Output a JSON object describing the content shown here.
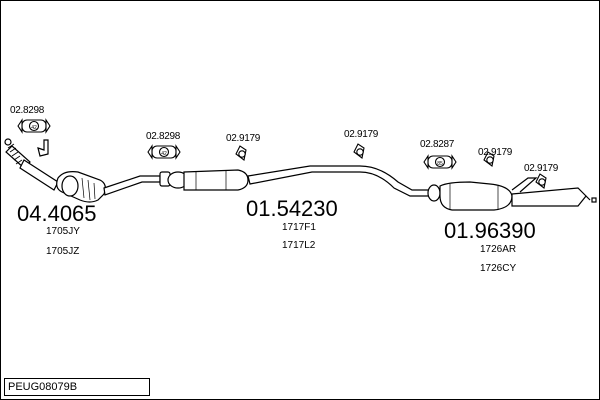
{
  "diagram": {
    "reference_code": "PEUG08079B",
    "parts": [
      {
        "number": "04.4065",
        "refs": [
          "1705JY",
          "1705JZ"
        ]
      },
      {
        "number": "01.54230",
        "refs": [
          "1717F1",
          "1717L2"
        ]
      },
      {
        "number": "01.96390",
        "refs": [
          "1726AR",
          "1726CY"
        ]
      }
    ],
    "fittings": [
      {
        "number": "02.8298",
        "badge": "42"
      },
      {
        "number": "02.8298",
        "badge": "42"
      },
      {
        "number": "02.9179"
      },
      {
        "number": "02.9179"
      },
      {
        "number": "02.8287",
        "badge": "85"
      },
      {
        "number": "02.9179"
      },
      {
        "number": "02.9179"
      }
    ]
  }
}
